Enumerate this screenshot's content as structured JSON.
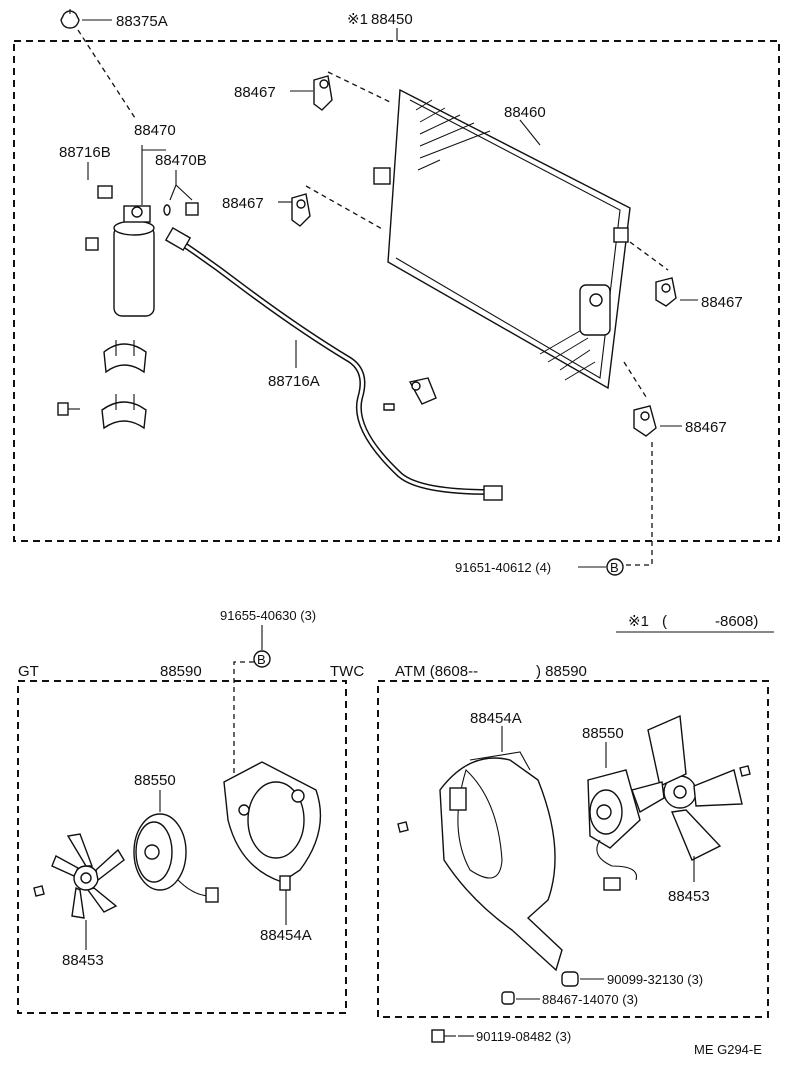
{
  "top_section": {
    "title_mark": "※1",
    "title_part": "88450",
    "labels": {
      "p88375A": "88375A",
      "p88467_a": "88467",
      "p88467_b": "88467",
      "p88467_c": "88467",
      "p88467_d": "88467",
      "p88460": "88460",
      "p88470": "88470",
      "p88470B": "88470B",
      "p88716B": "88716B",
      "p88716A": "88716A",
      "bolt": "91651-40612 (4)",
      "bolt_marker": "B"
    }
  },
  "footnote": {
    "mark": "※1",
    "paren_open": "(",
    "range": "-8608)"
  },
  "top_bolt": {
    "label": "91655-40630 (3)",
    "marker": "B"
  },
  "left_section": {
    "header_left": "GT",
    "header_center": "88590",
    "header_right": "TWC",
    "labels": {
      "p88550": "88550",
      "p88453": "88453",
      "p88454A": "88454A"
    }
  },
  "right_section": {
    "header": "ATM (8608--",
    "header_close": ") 88590",
    "labels": {
      "p88454A": "88454A",
      "p88550": "88550",
      "p88453": "88453",
      "p90099": "90099-32130 (3)",
      "p88467_14070": "88467-14070 (3)",
      "p90119": "90119-08482 (3)"
    }
  },
  "diagram_code": "ME G294-E"
}
